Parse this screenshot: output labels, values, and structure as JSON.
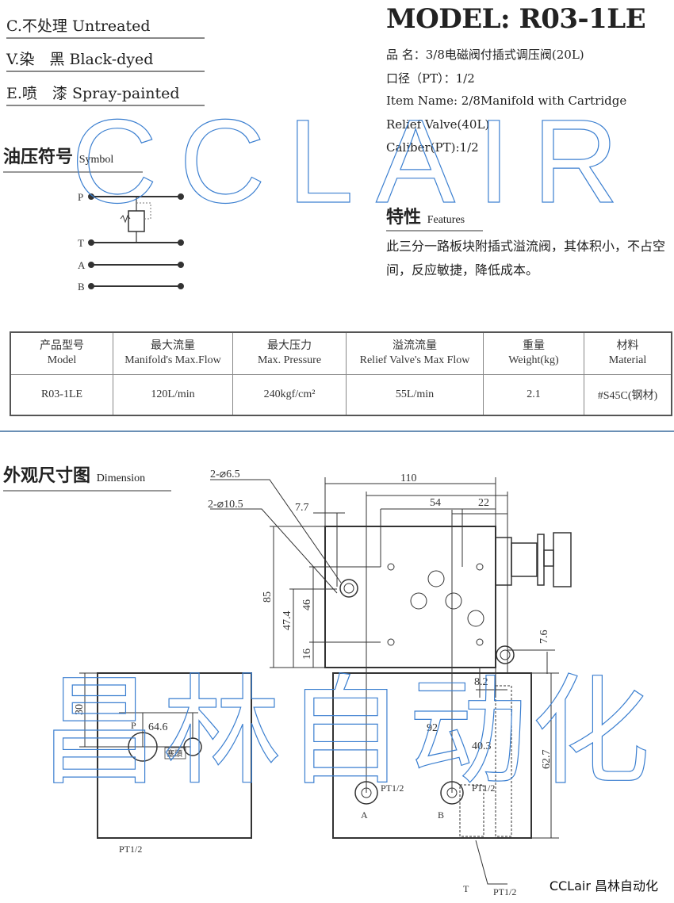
{
  "finishes": [
    {
      "code": "C.",
      "cn": "不处理",
      "en": "Untreated"
    },
    {
      "code": "V.",
      "cn": "染　黑",
      "en": "Black-dyed"
    },
    {
      "code": "E.",
      "cn": "喷　漆",
      "en": "Spray-painted"
    }
  ],
  "model_title": "MODEL: R03-1LE",
  "specs": [
    "品 名：3/8电磁阀付插式调压阀(20L)",
    "口径（PT）：1/2",
    "Item Name: 2/8Manifold with Cartridge",
    "Relief Valve(40L)",
    "Caliber(PT):1/2"
  ],
  "symbol_section": {
    "cn": "油压符号",
    "en": "Symbol",
    "ports": [
      "P",
      "T",
      "A",
      "B"
    ]
  },
  "features_section": {
    "cn": "特性",
    "en": "Features",
    "text": "此三分一路板块附插式溢流阀，其体积小，不占空间，反应敏捷，降低成本。"
  },
  "table": {
    "headers": [
      {
        "cn": "产品型号",
        "en": "Model"
      },
      {
        "cn": "最大流量",
        "en": "Manifold's Max.Flow"
      },
      {
        "cn": "最大压力",
        "en": "Max. Pressure"
      },
      {
        "cn": "溢流流量",
        "en": "Relief Valve's Max Flow"
      },
      {
        "cn": "重量",
        "en": "Weight(kg)"
      },
      {
        "cn": "材料",
        "en": "Material"
      }
    ],
    "row": [
      "R03-1LE",
      "120L/min",
      "240kgf/cm²",
      "55L/min",
      "2.1",
      "#S45C(钢材)"
    ]
  },
  "dimension_section": {
    "cn": "外观尺寸图",
    "en": "Dimension"
  },
  "dimensions": {
    "hole_small": "2-⌀6.5",
    "hole_large": "2-⌀10.5",
    "d110": "110",
    "d54": "54",
    "d22": "22",
    "d7_7": "7.7",
    "d85": "85",
    "d47_4": "47.4",
    "d46": "46",
    "d16": "16",
    "d7_6": "7.6",
    "d8_2": "8.2",
    "d64_6": "64.6",
    "d30": "30",
    "d92": "92",
    "d40_3": "40.3",
    "d62_7": "62.7",
    "port_p": "P",
    "port_a": "A",
    "port_b": "B",
    "port_t": "T",
    "pt": "PT1/2",
    "plug_label": "塞頭"
  },
  "watermark": {
    "latin": "CCLAIR",
    "cn": "昌林自动化"
  },
  "footer": "CCLair 昌林自动化",
  "colors": {
    "watermark": "#3b7fd0",
    "divider": "#6a8fb5"
  }
}
